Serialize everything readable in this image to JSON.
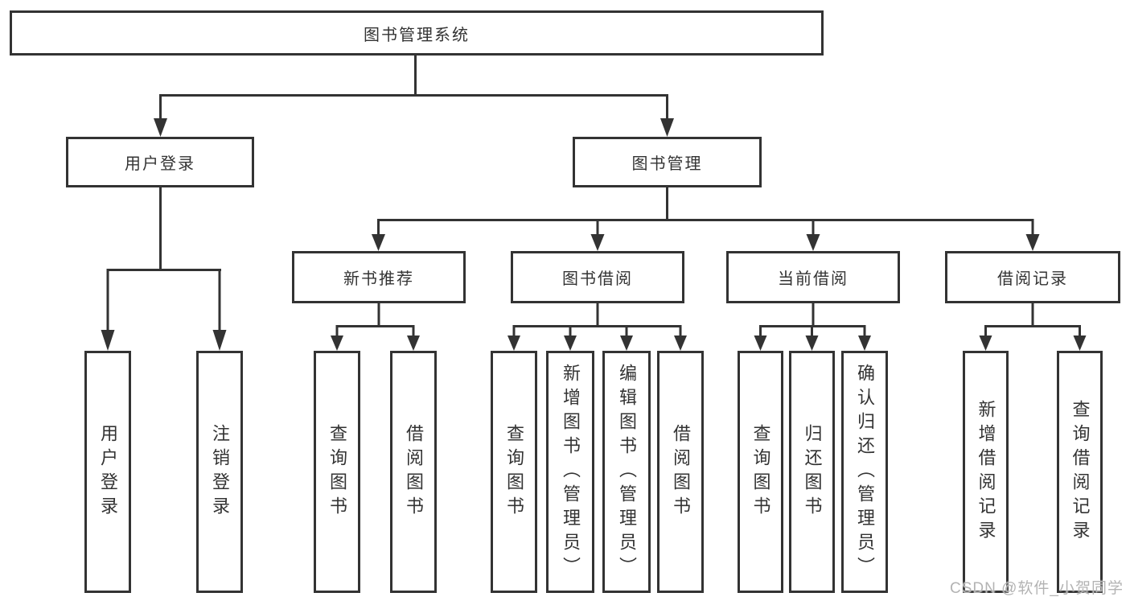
{
  "diagram": {
    "title": "图书管理系统",
    "watermark": "CSDN @软件_小贺同学",
    "colors": {
      "line": "#333333",
      "text": "#333333",
      "background": "#ffffff",
      "watermark": "#b3b3b3"
    },
    "nodes": {
      "root": {
        "label": "图书管理系统"
      },
      "user_login": {
        "label": "用户登录"
      },
      "book_mgmt": {
        "label": "图书管理"
      },
      "new_book_rec": {
        "label": "新书推荐"
      },
      "book_borrow": {
        "label": "图书借阅"
      },
      "current_borrow": {
        "label": "当前借阅"
      },
      "borrow_records": {
        "label": "借阅记录"
      },
      "leaf_user_login": {
        "label": "用户登录"
      },
      "leaf_logout": {
        "label": "注销登录"
      },
      "leaf_query_book_rec": {
        "label": "查询图书"
      },
      "leaf_borrow_book_rec": {
        "label": "借阅图书"
      },
      "leaf_query_book_borrow": {
        "label": "查询图书"
      },
      "leaf_add_book": {
        "label": "新增图书（管理员）"
      },
      "leaf_edit_book": {
        "label": "编辑图书（管理员）"
      },
      "leaf_borrow_book": {
        "label": "借阅图书"
      },
      "leaf_query_book_current": {
        "label": "查询图书"
      },
      "leaf_return_book": {
        "label": "归还图书"
      },
      "leaf_confirm_return": {
        "label": "确认归还（管理员）"
      },
      "leaf_add_borrow_record": {
        "label": "新增借阅记录"
      },
      "leaf_query_borrow_record": {
        "label": "查询借阅记录"
      }
    }
  }
}
